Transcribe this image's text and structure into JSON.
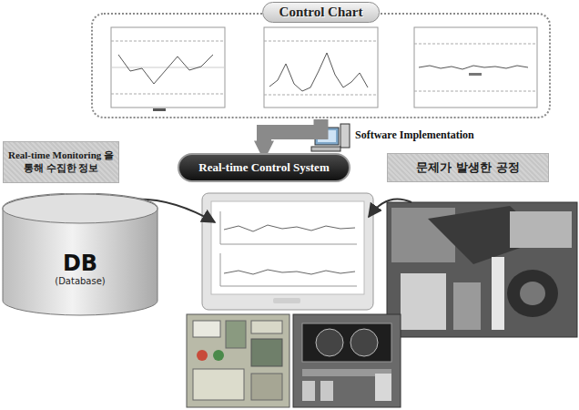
{
  "diagram": {
    "nodes": [
      {
        "text": [
          "Control Chart"
        ]
      },
      {
        "text": [
          "Real-time Monitoring 을 통해 수집한 정보"
        ]
      },
      {
        "text": [
          "Real-time Control System"
        ]
      },
      {
        "text": [
          "문제가 발생한 공정"
        ]
      },
      {
        "text": [
          "DB",
          "(Database)"
        ]
      }
    ],
    "edges": [
      {
        "from": 0,
        "to": 2,
        "arrow": "to"
      }
    ],
    "labels": [
      "Software Implementation"
    ]
  }
}
